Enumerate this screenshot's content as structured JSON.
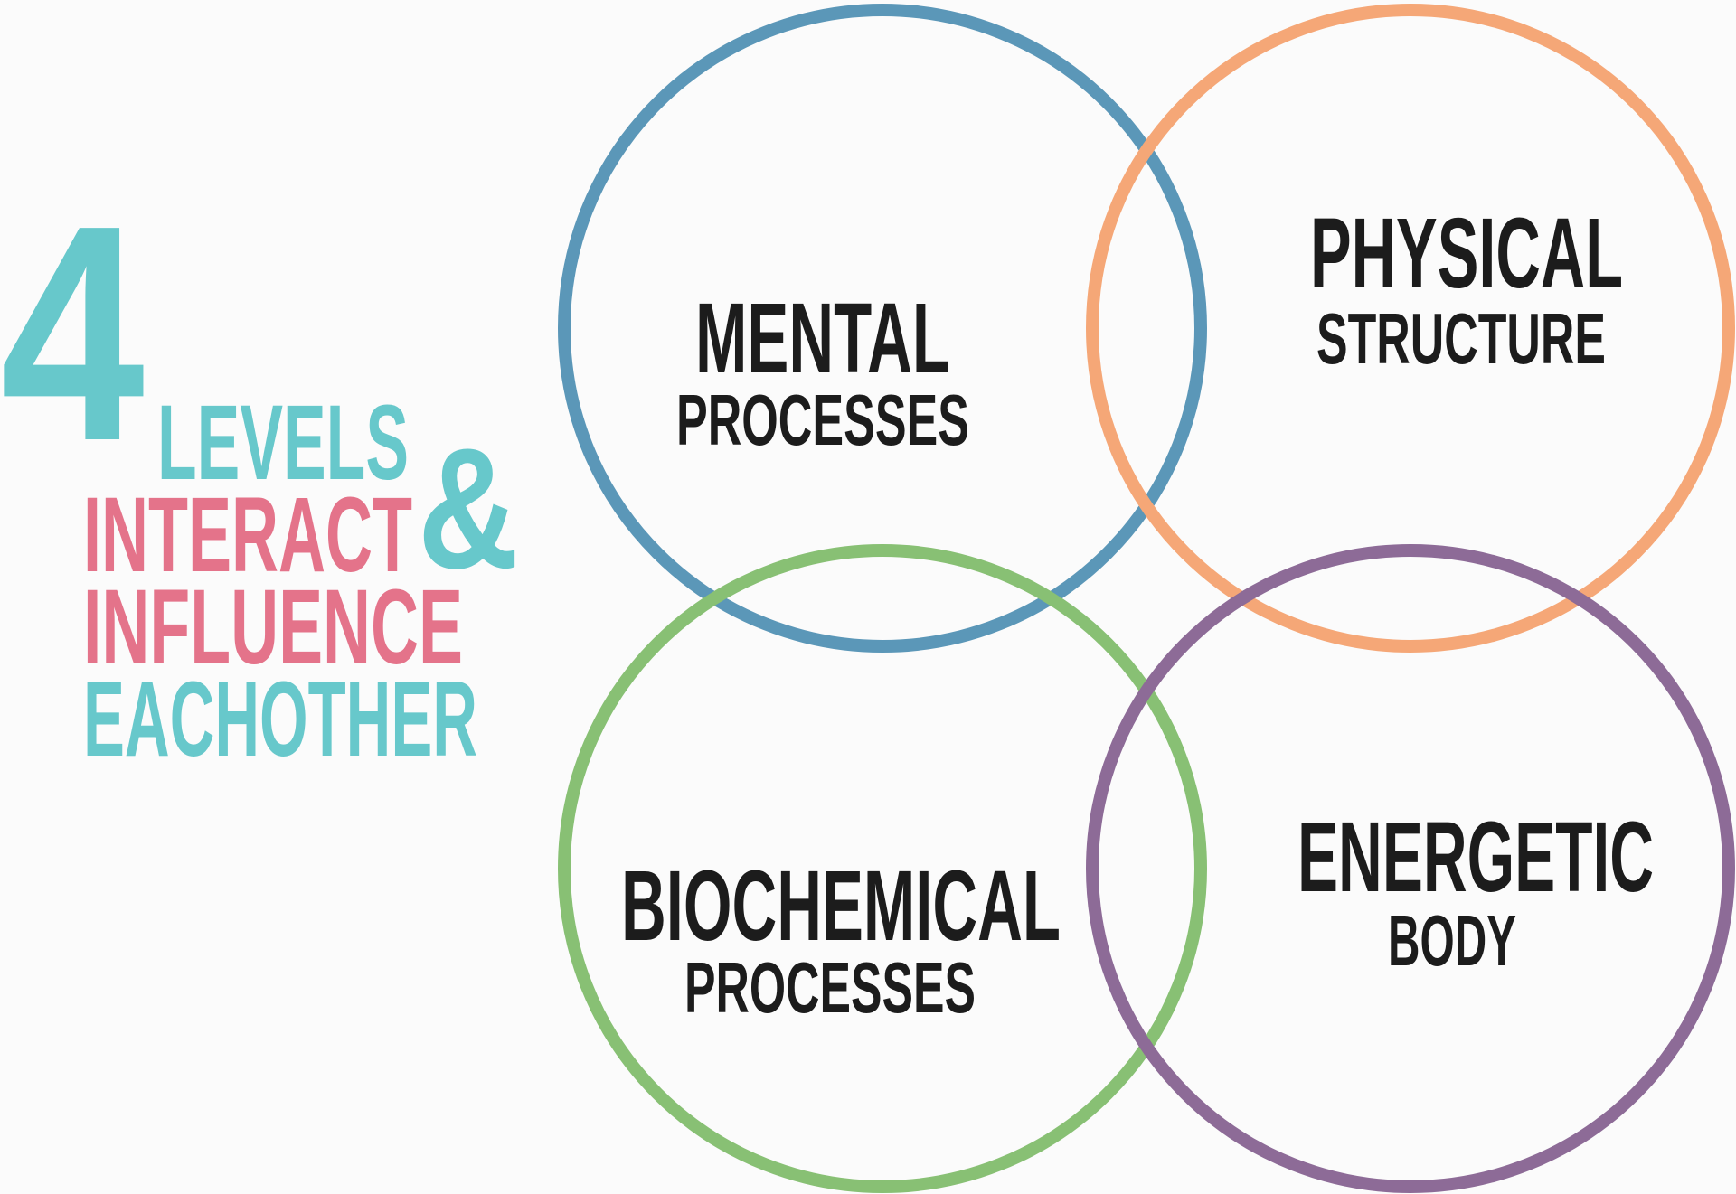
{
  "heading": {
    "number": "4",
    "line1": "LEVELS",
    "line2": "INTERACT",
    "line3": "INFLUENCE",
    "line4": "EACHOTHER",
    "ampersand": "&",
    "colors": {
      "teal": "#67c8cb",
      "pink": "#e4738a"
    }
  },
  "circles": [
    {
      "id": "mental",
      "title": "MENTAL",
      "subtitle": "PROCESSES",
      "color": "#5b97b8"
    },
    {
      "id": "physical",
      "title": "PHYSICAL",
      "subtitle": "STRUCTURE",
      "color": "#f5a777"
    },
    {
      "id": "biochemical",
      "title": "BIOCHEMICAL",
      "subtitle": "PROCESSES",
      "color": "#88c074"
    },
    {
      "id": "energetic",
      "title": "ENERGETIC",
      "subtitle": "BODY",
      "color": "#8d6b97"
    }
  ]
}
